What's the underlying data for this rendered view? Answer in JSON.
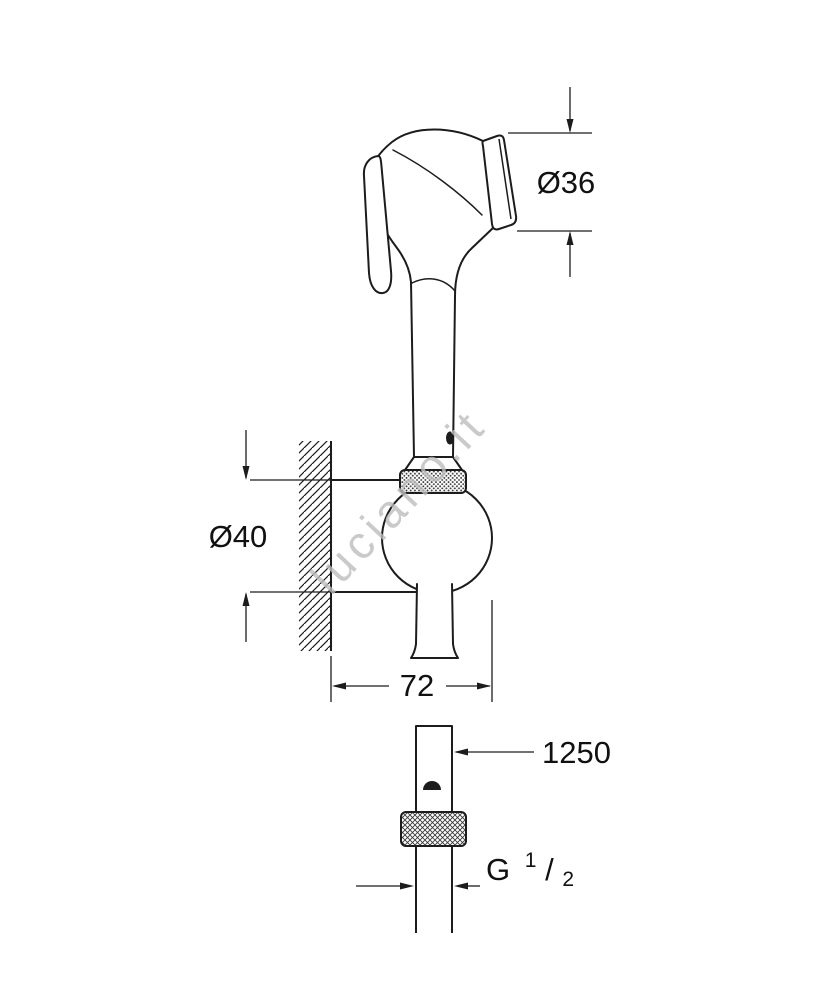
{
  "drawing": {
    "watermark": "luciano.it",
    "dims": {
      "head_diameter": "Ø36",
      "holder_diameter": "Ø40",
      "bracket_depth": "72",
      "hose_length": "1250",
      "thread": {
        "prefix": "G",
        "numerator": "1",
        "slash": "/",
        "denominator": "2"
      }
    },
    "colors": {
      "line": "#1c1c1c",
      "background": "#ffffff",
      "watermark": "#bdbdbd"
    }
  }
}
